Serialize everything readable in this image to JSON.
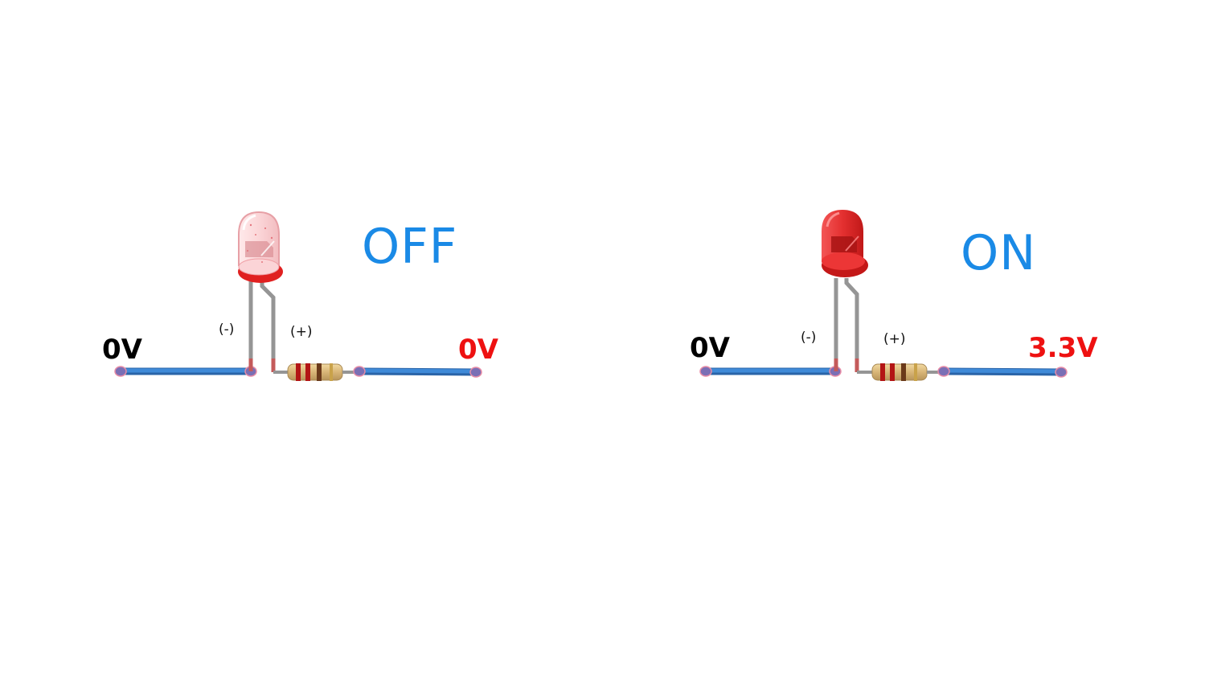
{
  "colors": {
    "state_text": "#1a8ae6",
    "ground_text": "#000000",
    "supply_text": "#ee1111",
    "wire": "#3a7fd0",
    "lead": "#959595",
    "led_on": "#e62b2b",
    "led_off_rim": "#e02020",
    "resistor_body": "#d8b577"
  },
  "circuits": [
    {
      "state": "OFF",
      "led_lit": false,
      "ground_voltage": "0V",
      "supply_voltage": "0V",
      "cathode_label": "(-)",
      "anode_label": "(+)"
    },
    {
      "state": "ON",
      "led_lit": true,
      "ground_voltage": "0V",
      "supply_voltage": "3.3V",
      "cathode_label": "(-)",
      "anode_label": "(+)"
    }
  ]
}
